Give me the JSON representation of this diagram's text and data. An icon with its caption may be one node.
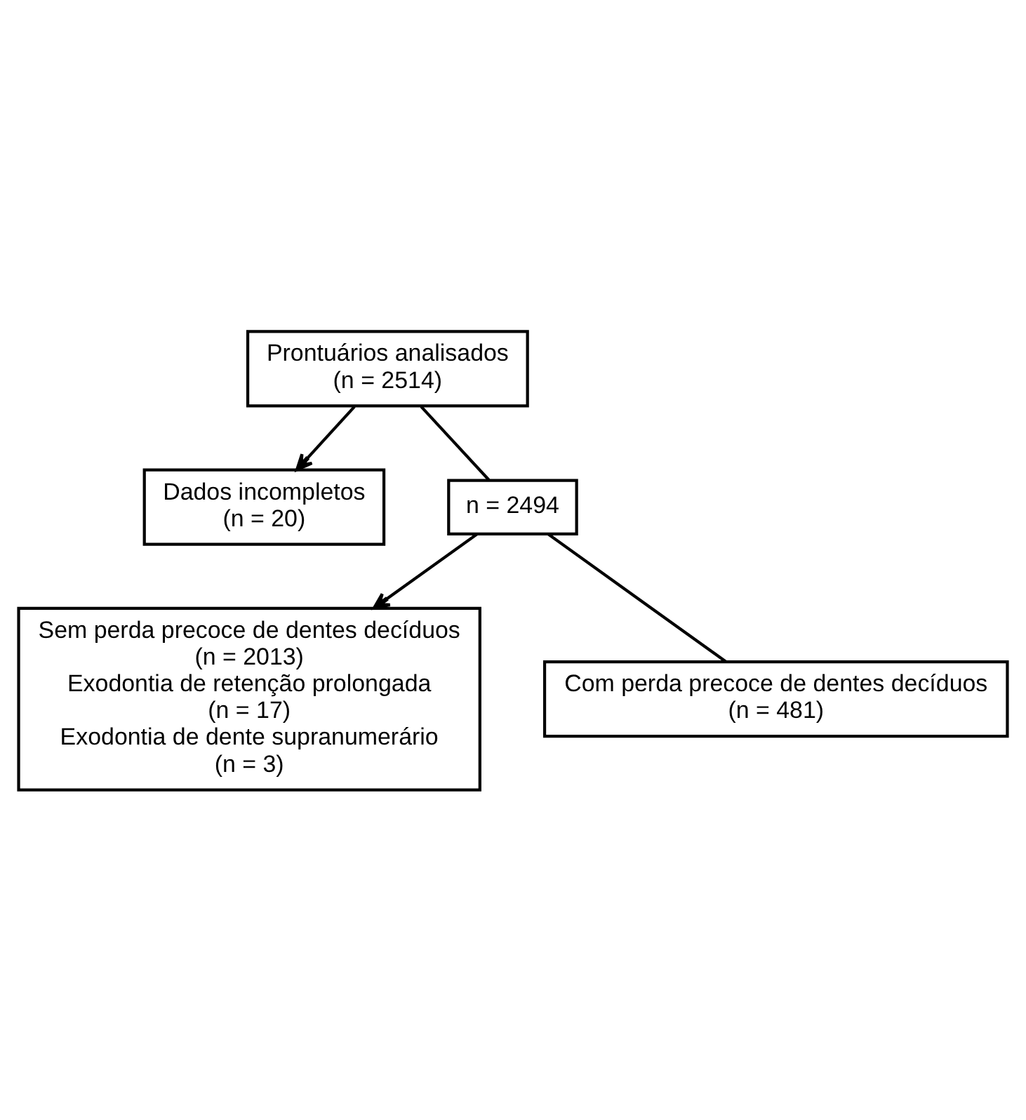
{
  "diagram": {
    "nodes": [
      {
        "text": [
          "Prontuários analisados",
          "(n = 2514)"
        ]
      },
      {
        "text": [
          "Dados incompletos",
          "(n = 20)"
        ]
      },
      {
        "text": [
          "n = 2494"
        ]
      },
      {
        "text": [
          "Sem perda precoce de dentes decíduos",
          "(n = 2013)",
          "Exodontia de retenção prolongada",
          "(n = 17)",
          "Exodontia de dente supranumerário",
          "(n = 3)"
        ]
      },
      {
        "text": [
          "Com perda precoce de dentes decíduos",
          "(n = 481)"
        ]
      }
    ],
    "edges": [
      {
        "from": 0,
        "to": 1,
        "arrow": "to"
      },
      {
        "from": 0,
        "to": 2,
        "arrow": "none"
      },
      {
        "from": 2,
        "to": 3,
        "arrow": "to"
      },
      {
        "from": 2,
        "to": 4,
        "arrow": "none"
      }
    ]
  }
}
